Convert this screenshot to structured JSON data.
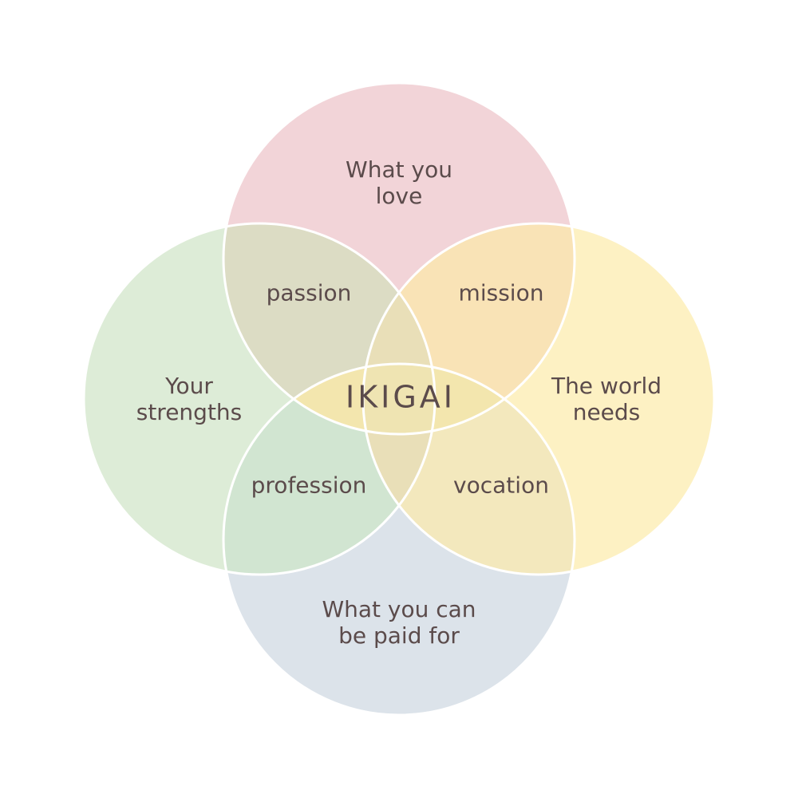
{
  "title": "IKIGAI",
  "circles": {
    "top": {
      "label_line1": "What you",
      "label_line2": "love",
      "color": "#f2d4d8"
    },
    "left": {
      "label_line1": "Your",
      "label_line2": "strengths",
      "color": "#ddecd7"
    },
    "right": {
      "label_line1": "The world",
      "label_line2": "needs",
      "color": "#fdf1c3"
    },
    "bottom": {
      "label_line1": "What you can",
      "label_line2": "be paid for",
      "color": "#dce3ea"
    }
  },
  "overlaps": {
    "passion": {
      "label": "passion",
      "color": "#dcdcc4"
    },
    "mission": {
      "label": "mission",
      "color": "#f9e3b6"
    },
    "profession": {
      "label": "profession",
      "color": "#d1e5d1"
    },
    "vocation": {
      "label": "vocation",
      "color": "#f3e8bd"
    }
  },
  "lens_colors": {
    "vertical": "#f3e6ae",
    "horizontal": "#e9dfb8",
    "center": "#efe4b2"
  },
  "text_color": "#5b4b4b"
}
